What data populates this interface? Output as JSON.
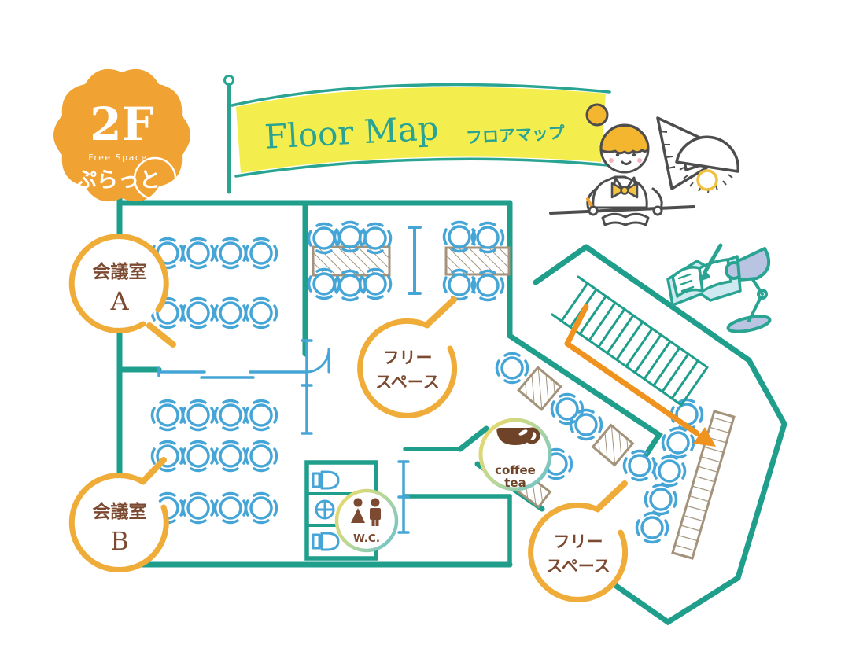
{
  "page": {
    "kind": "floor-map-illustration",
    "floor_shown": "2F"
  },
  "badge": {
    "floor": "2F",
    "space_type": "Free Space",
    "brand": "ぷらっと"
  },
  "banner": {
    "title": "Floor Map",
    "subtitle": "フロアマップ"
  },
  "rooms": {
    "meeting_a": {
      "name": "会議室",
      "id": "A"
    },
    "meeting_b": {
      "name": "会議室",
      "id": "B"
    },
    "free_space_main": {
      "name_line1": "フリー",
      "name_line2": "スペース"
    },
    "free_space_annex": {
      "name_line1": "フリー",
      "name_line2": "スペース"
    },
    "cafe": {
      "line1": "coffee",
      "line2": "tea"
    },
    "restroom": {
      "label": "W.C."
    }
  },
  "furniture": {
    "meeting_a_chairs": 8,
    "meeting_b_chairs": 12,
    "free_space_tables": 2,
    "free_space_table_chairs": 10,
    "counter_seats": 5,
    "stairs_with_down_arrow": true
  },
  "colors": {
    "wall_teal": "#1f9e8c",
    "deco_teal": "#2aa492",
    "chair_blue": "#45a5d6",
    "circle_orange": "#efac38",
    "badge_orange": "#f0a233",
    "label_brown": "#7b4a31",
    "coffee_brown": "#6e4327",
    "banner_yellow": "#f3ee4e",
    "table_tan": "#a3937b",
    "arrow_orange": "#ef931e",
    "lamp_periwinkle": "#b9c4e2",
    "hair_yellow": "#f5b62f"
  },
  "icons": [
    "flag-banner-icon",
    "stairs-icon",
    "down-arrow-icon",
    "coffee-cup-icon",
    "restroom-people-icon",
    "toilet-icon",
    "sink-icon",
    "chair-icon",
    "table-icon",
    "door-icon",
    "student-illustration",
    "set-square-icon",
    "protractor-icon",
    "notebook-pen-icon",
    "desk-lamp-icon"
  ]
}
